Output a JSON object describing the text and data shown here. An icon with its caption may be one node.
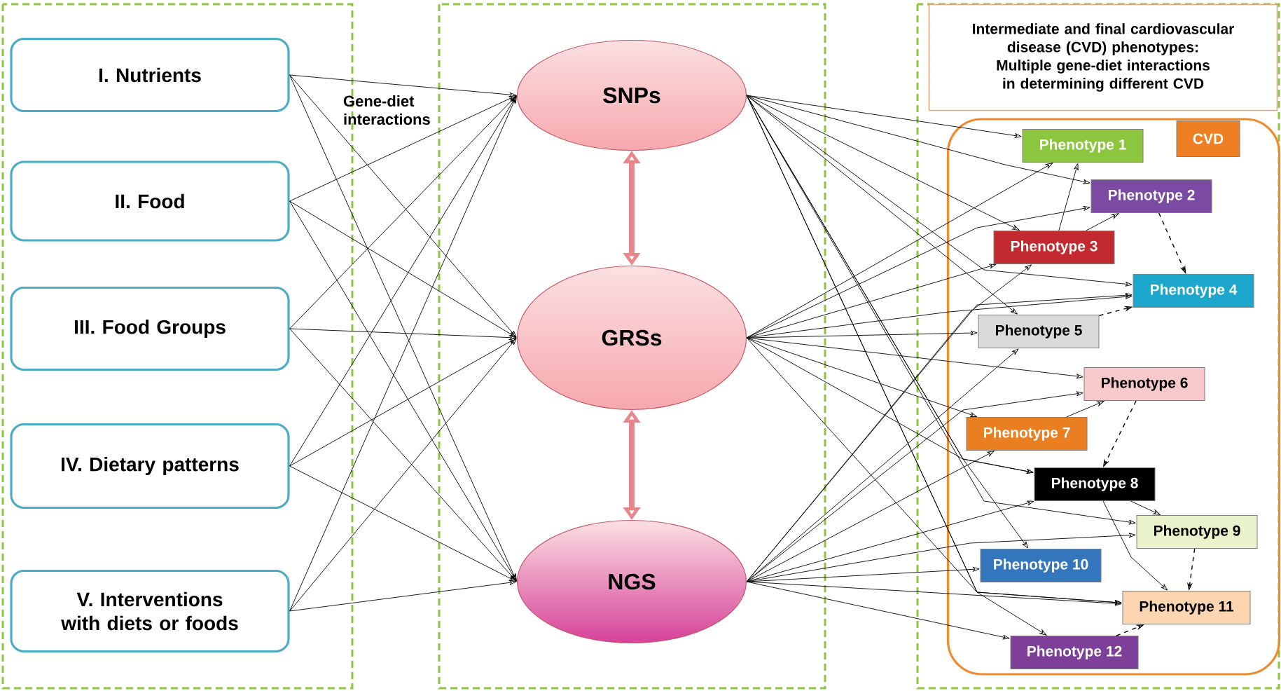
{
  "diagram": {
    "nodes": [
      {
        "text": [
          "I. Nutrients"
        ]
      },
      {
        "text": [
          "II. Food"
        ]
      },
      {
        "text": [
          "III. Food Groups"
        ]
      },
      {
        "text": [
          "IV. Dietary patterns"
        ]
      },
      {
        "text": [
          "V. Interventions with diets or foods"
        ]
      },
      {
        "text": [
          "SNPs"
        ]
      },
      {
        "text": [
          "GRSs"
        ]
      },
      {
        "text": [
          "NGS"
        ]
      },
      {
        "text": [
          "Intermediate and final cardiovascular disease (CVD) phenotypes:",
          "Multiple gene-diet interactions in determining different CVD"
        ]
      },
      {
        "text": [],
        "shape": "box"
      },
      {
        "text": [
          "CVD"
        ],
        "in": 9
      },
      {
        "text": [
          "Phenotype 1"
        ],
        "in": 9
      },
      {
        "text": [
          "Phenotype 2"
        ],
        "in": 9
      },
      {
        "text": [
          "Phenotype 3"
        ],
        "in": 9
      },
      {
        "text": [
          "Phenotype 4"
        ],
        "in": 9
      },
      {
        "text": [
          "Phenotype 5"
        ],
        "in": 9
      },
      {
        "text": [
          "Phenotype 6"
        ],
        "in": 9
      },
      {
        "text": [
          "Phenotype 7"
        ],
        "in": 9
      },
      {
        "text": [
          "Phenotype 8"
        ],
        "in": 9
      },
      {
        "text": [
          "Phenotype 9"
        ],
        "in": 9
      },
      {
        "text": [
          "Phenotype 10"
        ],
        "in": 9
      },
      {
        "text": [
          "Phenotype 11"
        ],
        "in": 9
      },
      {
        "text": [
          "Phenotype 12"
        ],
        "in": 9
      }
    ],
    "edges": [
      {
        "from": 0,
        "to": 5,
        "arrow": "to"
      },
      {
        "from": 0,
        "to": 6,
        "arrow": "to"
      },
      {
        "from": 0,
        "to": 7,
        "arrow": "to"
      },
      {
        "from": 1,
        "to": 5,
        "arrow": "to"
      },
      {
        "from": 1,
        "to": 6,
        "arrow": "to"
      },
      {
        "from": 1,
        "to": 7,
        "arrow": "to"
      },
      {
        "from": 2,
        "to": 5,
        "arrow": "to"
      },
      {
        "from": 2,
        "to": 6,
        "arrow": "to"
      },
      {
        "from": 2,
        "to": 7,
        "arrow": "to"
      },
      {
        "from": 3,
        "to": 5,
        "arrow": "to"
      },
      {
        "from": 3,
        "to": 6,
        "arrow": "to"
      },
      {
        "from": 3,
        "to": 7,
        "arrow": "to"
      },
      {
        "from": 4,
        "to": 5,
        "arrow": "to"
      },
      {
        "from": 4,
        "to": 6,
        "arrow": "to"
      },
      {
        "from": 4,
        "to": 7,
        "arrow": "to"
      },
      {
        "from": 5,
        "to": 6,
        "arrow": "both",
        "style": "thick",
        "color": "#e8878b"
      },
      {
        "from": 6,
        "to": 7,
        "arrow": "both",
        "style": "thick",
        "color": "#e8878b"
      },
      {
        "from": 5,
        "to": 11,
        "arrow": "to"
      },
      {
        "from": 5,
        "to": 12,
        "arrow": "to"
      },
      {
        "from": 5,
        "to": 13,
        "arrow": "to"
      },
      {
        "from": 5,
        "to": 14,
        "arrow": "to"
      },
      {
        "from": 5,
        "to": 15,
        "arrow": "to"
      },
      {
        "from": 5,
        "to": 18,
        "arrow": "to"
      },
      {
        "from": 5,
        "to": 19,
        "arrow": "to"
      },
      {
        "from": 5,
        "to": 20,
        "arrow": "to"
      },
      {
        "from": 5,
        "to": 21,
        "arrow": "to"
      },
      {
        "from": 5,
        "to": 22,
        "arrow": "to"
      },
      {
        "from": 6,
        "to": 11,
        "arrow": "to"
      },
      {
        "from": 6,
        "to": 12,
        "arrow": "to"
      },
      {
        "from": 6,
        "to": 13,
        "arrow": "to"
      },
      {
        "from": 6,
        "to": 14,
        "arrow": "to"
      },
      {
        "from": 6,
        "to": 15,
        "arrow": "to"
      },
      {
        "from": 6,
        "to": 16,
        "arrow": "to"
      },
      {
        "from": 6,
        "to": 17,
        "arrow": "to"
      },
      {
        "from": 6,
        "to": 18,
        "arrow": "to"
      },
      {
        "from": 6,
        "to": 21,
        "arrow": "to"
      },
      {
        "from": 7,
        "to": 13,
        "arrow": "to"
      },
      {
        "from": 7,
        "to": 14,
        "arrow": "to"
      },
      {
        "from": 7,
        "to": 15,
        "arrow": "to"
      },
      {
        "from": 7,
        "to": 16,
        "arrow": "to"
      },
      {
        "from": 7,
        "to": 17,
        "arrow": "to"
      },
      {
        "from": 7,
        "to": 18,
        "arrow": "to"
      },
      {
        "from": 7,
        "to": 19,
        "arrow": "to"
      },
      {
        "from": 7,
        "to": 20,
        "arrow": "to"
      },
      {
        "from": 7,
        "to": 21,
        "arrow": "to"
      },
      {
        "from": 7,
        "to": 22,
        "arrow": "to"
      },
      {
        "from": 13,
        "to": 11,
        "arrow": "to"
      },
      {
        "from": 13,
        "to": 12,
        "arrow": "to"
      },
      {
        "from": 17,
        "to": 16,
        "arrow": "to"
      },
      {
        "from": 18,
        "to": 19,
        "arrow": "to"
      },
      {
        "from": 18,
        "to": 21,
        "arrow": "to"
      },
      {
        "from": 12,
        "to": 14,
        "arrow": "to",
        "style": "dashed"
      },
      {
        "from": 15,
        "to": 14,
        "arrow": "to",
        "style": "dashed"
      },
      {
        "from": 16,
        "to": 18,
        "arrow": "to",
        "style": "dashed"
      },
      {
        "from": 19,
        "to": 21,
        "arrow": "to",
        "style": "dashed"
      },
      {
        "from": 22,
        "to": 21,
        "arrow": "to",
        "style": "dashed"
      }
    ],
    "labels": [
      "Gene-diet interactions"
    ]
  }
}
